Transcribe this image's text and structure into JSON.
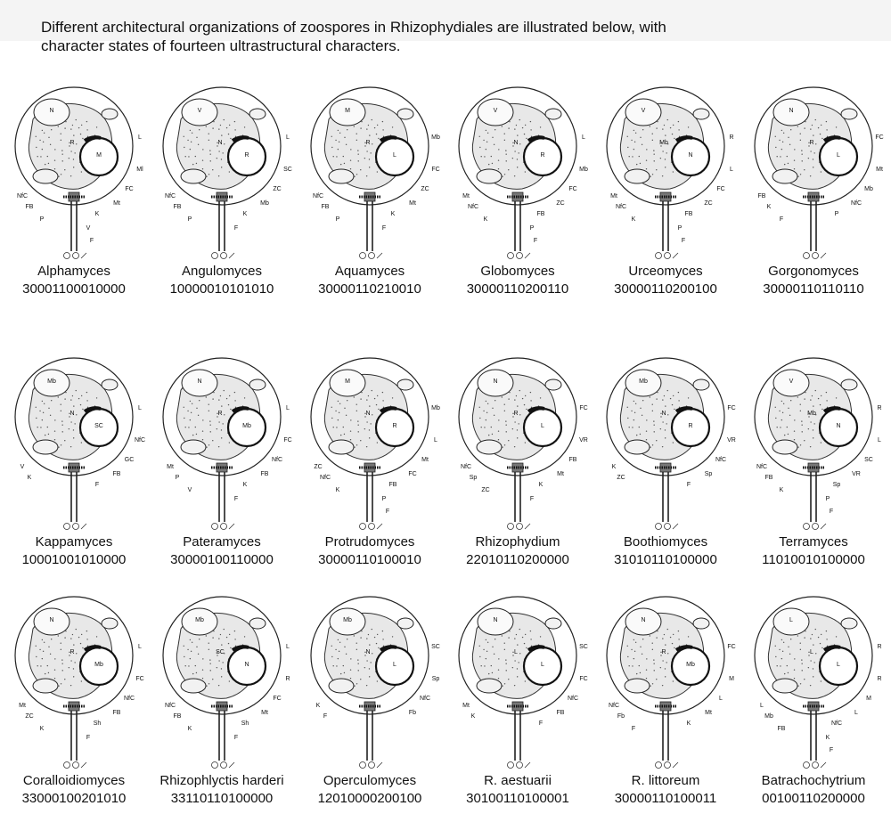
{
  "intro": {
    "line1": "Different architectural organizations of zoospores in Rhizophydiales are illustrated below, with",
    "line2": "character states of fourteen ultrastructural characters."
  },
  "organisms": [
    {
      "name": "Alphamyces",
      "code": "30001100010000",
      "labels": [
        "N",
        "R",
        "M",
        "L",
        "Ml",
        "FC",
        "Mt",
        "NfC",
        "FB",
        "K",
        "P",
        "V",
        "F"
      ]
    },
    {
      "name": "Angulomyces",
      "code": "10000010101010",
      "labels": [
        "V",
        "N",
        "R",
        "L",
        "SC",
        "ZC",
        "Mb",
        "NfC",
        "FB",
        "K",
        "P",
        "F"
      ]
    },
    {
      "name": "Aquamyces",
      "code": "30000110210010",
      "labels": [
        "M",
        "R",
        "L",
        "Mb",
        "FC",
        "ZC",
        "Mt",
        "NfC",
        "FB",
        "K",
        "P",
        "F"
      ]
    },
    {
      "name": "Globomyces",
      "code": "30000110200110",
      "labels": [
        "V",
        "N",
        "R",
        "L",
        "Mb",
        "FC",
        "ZC",
        "Mt",
        "NfC",
        "FB",
        "K",
        "P",
        "F"
      ]
    },
    {
      "name": "Urceomyces",
      "code": "30000110200100",
      "labels": [
        "V",
        "Mb",
        "N",
        "R",
        "L",
        "FC",
        "ZC",
        "Mt",
        "NfC",
        "FB",
        "K",
        "P",
        "F"
      ]
    },
    {
      "name": "Gorgonomyces",
      "code": "30000110110110",
      "labels": [
        "N",
        "R",
        "L",
        "FC",
        "Mt",
        "Mb",
        "NfC",
        "FB",
        "K",
        "P",
        "F"
      ]
    },
    {
      "name": "Kappamyces",
      "code": "10001001010000",
      "labels": [
        "Mb",
        "N",
        "SC",
        "L",
        "NfC",
        "GC",
        "FB",
        "V",
        "K",
        "F"
      ]
    },
    {
      "name": "Pateramyces",
      "code": "30000100110000",
      "labels": [
        "N",
        "R",
        "Mb",
        "L",
        "FC",
        "NfC",
        "FB",
        "Mt",
        "P",
        "K",
        "V",
        "F"
      ]
    },
    {
      "name": "Protrudomyces",
      "code": "30000110100010",
      "labels": [
        "M",
        "N",
        "R",
        "Mb",
        "L",
        "Mt",
        "FC",
        "ZC",
        "NfC",
        "FB",
        "K",
        "P",
        "F"
      ]
    },
    {
      "name": "Rhizophydium",
      "code": "22010110200000",
      "labels": [
        "N",
        "R",
        "L",
        "FC",
        "VR",
        "FB",
        "Mt",
        "NfC",
        "Sp",
        "K",
        "ZC",
        "F"
      ]
    },
    {
      "name": "Boothiomyces",
      "code": "31010110100000",
      "labels": [
        "Mb",
        "N",
        "R",
        "FC",
        "VR",
        "NfC",
        "Sp",
        "K",
        "ZC",
        "F"
      ]
    },
    {
      "name": "Terramyces",
      "code": "11010010100000",
      "labels": [
        "V",
        "Mb",
        "N",
        "R",
        "L",
        "SC",
        "VR",
        "NfC",
        "FB",
        "Sp",
        "K",
        "P",
        "F"
      ]
    },
    {
      "name": "Coralloidiomyces",
      "code": "33000100201010",
      "labels": [
        "N",
        "R",
        "Mb",
        "L",
        "FC",
        "NfC",
        "FB",
        "Mt",
        "ZC",
        "Sh",
        "K",
        "F"
      ]
    },
    {
      "name": "Rhizophlyctis harderi",
      "code": "33110110100000",
      "labels": [
        "Mb",
        "SC",
        "N",
        "L",
        "R",
        "FC",
        "Mt",
        "NfC",
        "FB",
        "Sh",
        "K",
        "F"
      ]
    },
    {
      "name": "Operculomyces",
      "code": "12010000200100",
      "labels": [
        "Mb",
        "N",
        "L",
        "SC",
        "Sp",
        "NfC",
        "Fb",
        "K",
        "F"
      ]
    },
    {
      "name": "R. aestuarii",
      "code": "30100110100001",
      "labels": [
        "N",
        "L",
        "L",
        "SC",
        "FC",
        "NfC",
        "FB",
        "Mt",
        "K",
        "F"
      ]
    },
    {
      "name": "R. littoreum",
      "code": "30000110100011",
      "labels": [
        "N",
        "R",
        "Mb",
        "FC",
        "M",
        "L",
        "Mt",
        "NfC",
        "Fb",
        "K",
        "F"
      ]
    },
    {
      "name": "Batrachochytrium",
      "code": "00100110200000",
      "labels": [
        "L",
        "L",
        "L",
        "R",
        "R",
        "M",
        "L",
        "L",
        "Mb",
        "NfC",
        "FB",
        "K",
        "F"
      ]
    }
  ]
}
